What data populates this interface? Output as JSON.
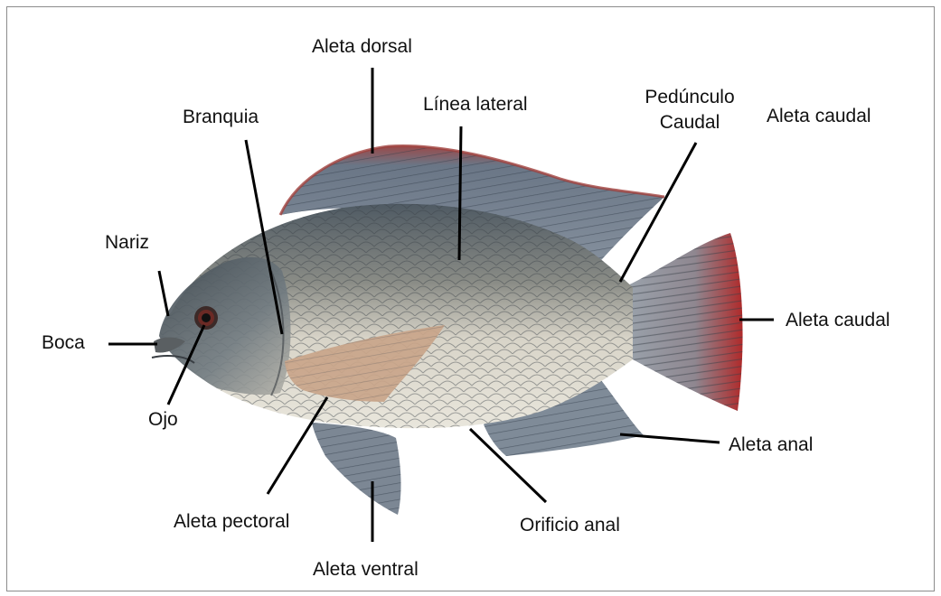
{
  "labels": {
    "aleta_dorsal": "Aleta dorsal",
    "linea_lateral": "Línea lateral",
    "pedunculo_line1": "Pedúnculo",
    "pedunculo_line2": "Caudal",
    "aleta_caudal_top": "Aleta caudal",
    "aleta_caudal_right": "Aleta caudal",
    "branquia": "Branquia",
    "nariz": "Nariz",
    "boca": "Boca",
    "ojo": "Ojo",
    "aleta_pectoral": "Aleta pectoral",
    "aleta_ventral": "Aleta ventral",
    "orificio_anal": "Orificio anal",
    "aleta_anal": "Aleta anal"
  },
  "colors": {
    "body_light": "#d9d6cc",
    "body_dark": "#4f5a63",
    "fin_blue": "#6f7f90",
    "fin_red": "#b02a2a",
    "pectoral": "#c9a58a",
    "line": "#000000"
  }
}
